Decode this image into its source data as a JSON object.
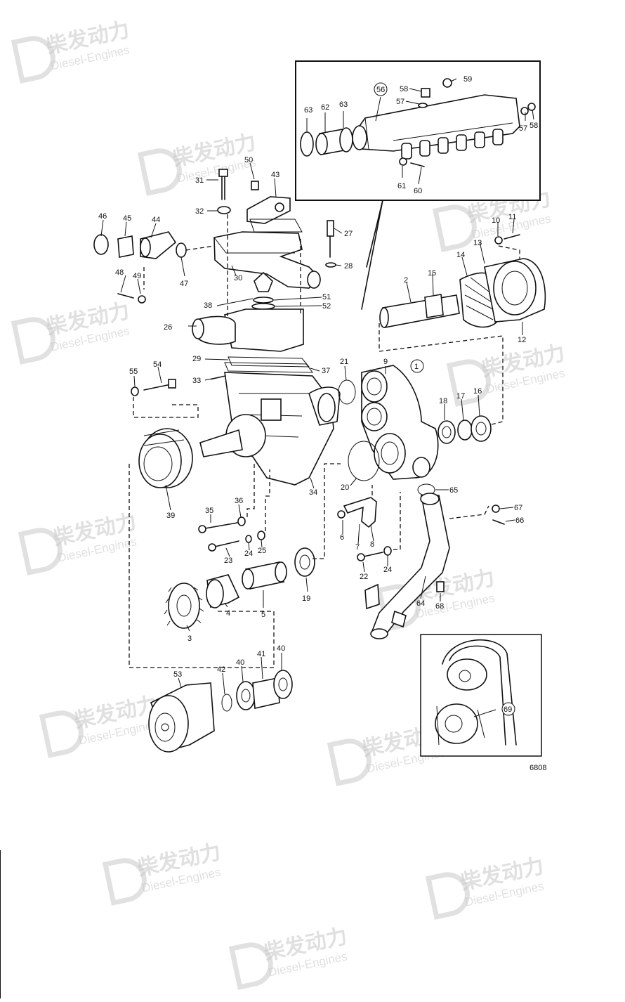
{
  "watermark": {
    "brand_cn": "柴发动力",
    "brand_en": "Diesel-Engines"
  },
  "drawing_code": "6808",
  "callouts": {
    "p1": "1",
    "p2": "2",
    "p3": "3",
    "p4": "4",
    "p5": "5",
    "p6": "6",
    "p7": "7",
    "p8": "8",
    "p9": "9",
    "p10": "10",
    "p11": "11",
    "p12": "12",
    "p13": "13",
    "p14": "14",
    "p15": "15",
    "p16": "16",
    "p17": "17",
    "p18": "18",
    "p19": "19",
    "p20": "20",
    "p21": "21",
    "p22": "22",
    "p23": "23",
    "p24a": "24",
    "p24b": "24",
    "p25": "25",
    "p26": "26",
    "p27": "27",
    "p28": "28",
    "p29": "29",
    "p30": "30",
    "p31": "31",
    "p32": "32",
    "p33": "33",
    "p34": "34",
    "p35": "35",
    "p36": "36",
    "p37": "37",
    "p38": "38",
    "p39": "39",
    "p40a": "40",
    "p40b": "40",
    "p41": "41",
    "p42": "42",
    "p43": "43",
    "p44": "44",
    "p45": "45",
    "p46": "46",
    "p47": "47",
    "p48": "48",
    "p49": "49",
    "p50": "50",
    "p51": "51",
    "p52": "52",
    "p53": "53",
    "p54": "54",
    "p55": "55",
    "p56": "56",
    "p57a": "57",
    "p57b": "57",
    "p58a": "58",
    "p58b": "58",
    "p59": "59",
    "p60": "60",
    "p61": "61",
    "p62": "62",
    "p63a": "63",
    "p63b": "63",
    "p64": "64",
    "p65": "65",
    "p66": "66",
    "p67": "67",
    "p68": "68",
    "p69": "69"
  }
}
